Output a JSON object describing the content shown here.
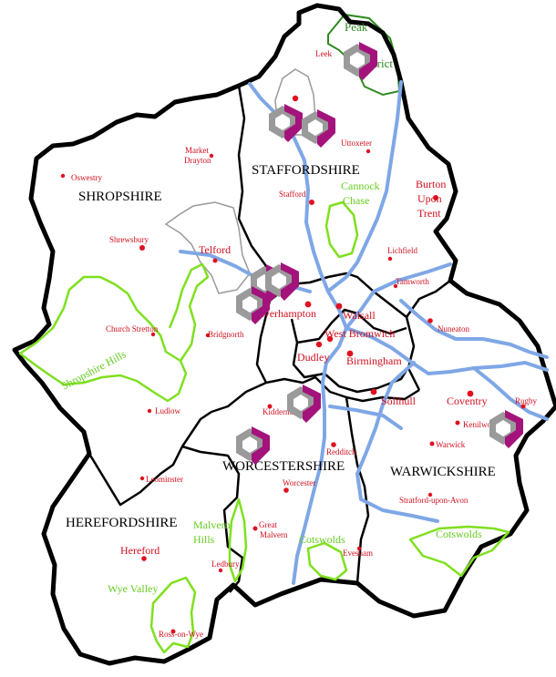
{
  "colors": {
    "border": "#000000",
    "district_border": "#9a9a9a",
    "roads": "#7fa7e6",
    "green_areas": "#7fe01e",
    "peak_border": "#2e8b1e",
    "towns": "#d01020",
    "logo_grey": "#9a9a9a",
    "logo_purple": "#a3137b"
  },
  "counties": {
    "staffordshire": "STAFFORDSHIRE",
    "shropshire": "SHROPSHIRE",
    "herefordshire": "HEREFORDSHIRE",
    "worcestershire": "WORCESTERSHIRE",
    "warwickshire": "WARWICKSHIRE"
  },
  "areas": {
    "peak_line1": "Peak",
    "peak_line2": "District",
    "cannock_line1": "Cannock",
    "cannock_line2": "Chase",
    "shropshire_hills": "Shropshire Hills",
    "malvern_line1": "Malvern",
    "malvern_line2": "Hills",
    "cotswolds_west": "Cotswolds",
    "cotswolds_east": "Cotswolds",
    "wye_valley": "Wye Valley"
  },
  "towns": {
    "leek": "Leek",
    "uttoxeter": "Uttoxeter",
    "market_drayton_1": "Market",
    "market_drayton_2": "Drayton",
    "oswestry": "Oswestry",
    "burton_1": "Burton",
    "burton_2": "Upon",
    "burton_3": "Trent",
    "stafford": "Stafford",
    "shrewsbury": "Shrewsbury",
    "telford": "Telford",
    "lichfield": "Lichfield",
    "tamworth": "Tamworth",
    "church_stretton": "Church Stretton",
    "bridgnorth": "Bridgnorth",
    "wolverhampton": "Wolverhampton",
    "walsall": "Walsall",
    "west_bromwich": "West Bromwich",
    "dudley": "Dudley",
    "birmingham": "Birmingham",
    "nuneaton": "Nuneaton",
    "solihull": "Solihull",
    "coventry": "Coventry",
    "rugby": "Rugby",
    "kenilworth": "Kenilworth",
    "warwick": "Warwick",
    "ludlow": "Ludlow",
    "kidderminster": "Kidderminster",
    "redditch": "Redditch",
    "leominster": "Leominster",
    "worcester": "Worcester",
    "stratford": "Stratford-upon-Avon",
    "great_malvern_1": "Great",
    "great_malvern_2": "Malvern",
    "hereford": "Hereford",
    "ledbury": "Ledbury",
    "evesham": "Evesham",
    "ross": "Ross-on-Wye"
  },
  "markers": {
    "icon": "hexagon-heart-logo",
    "count": 8
  }
}
